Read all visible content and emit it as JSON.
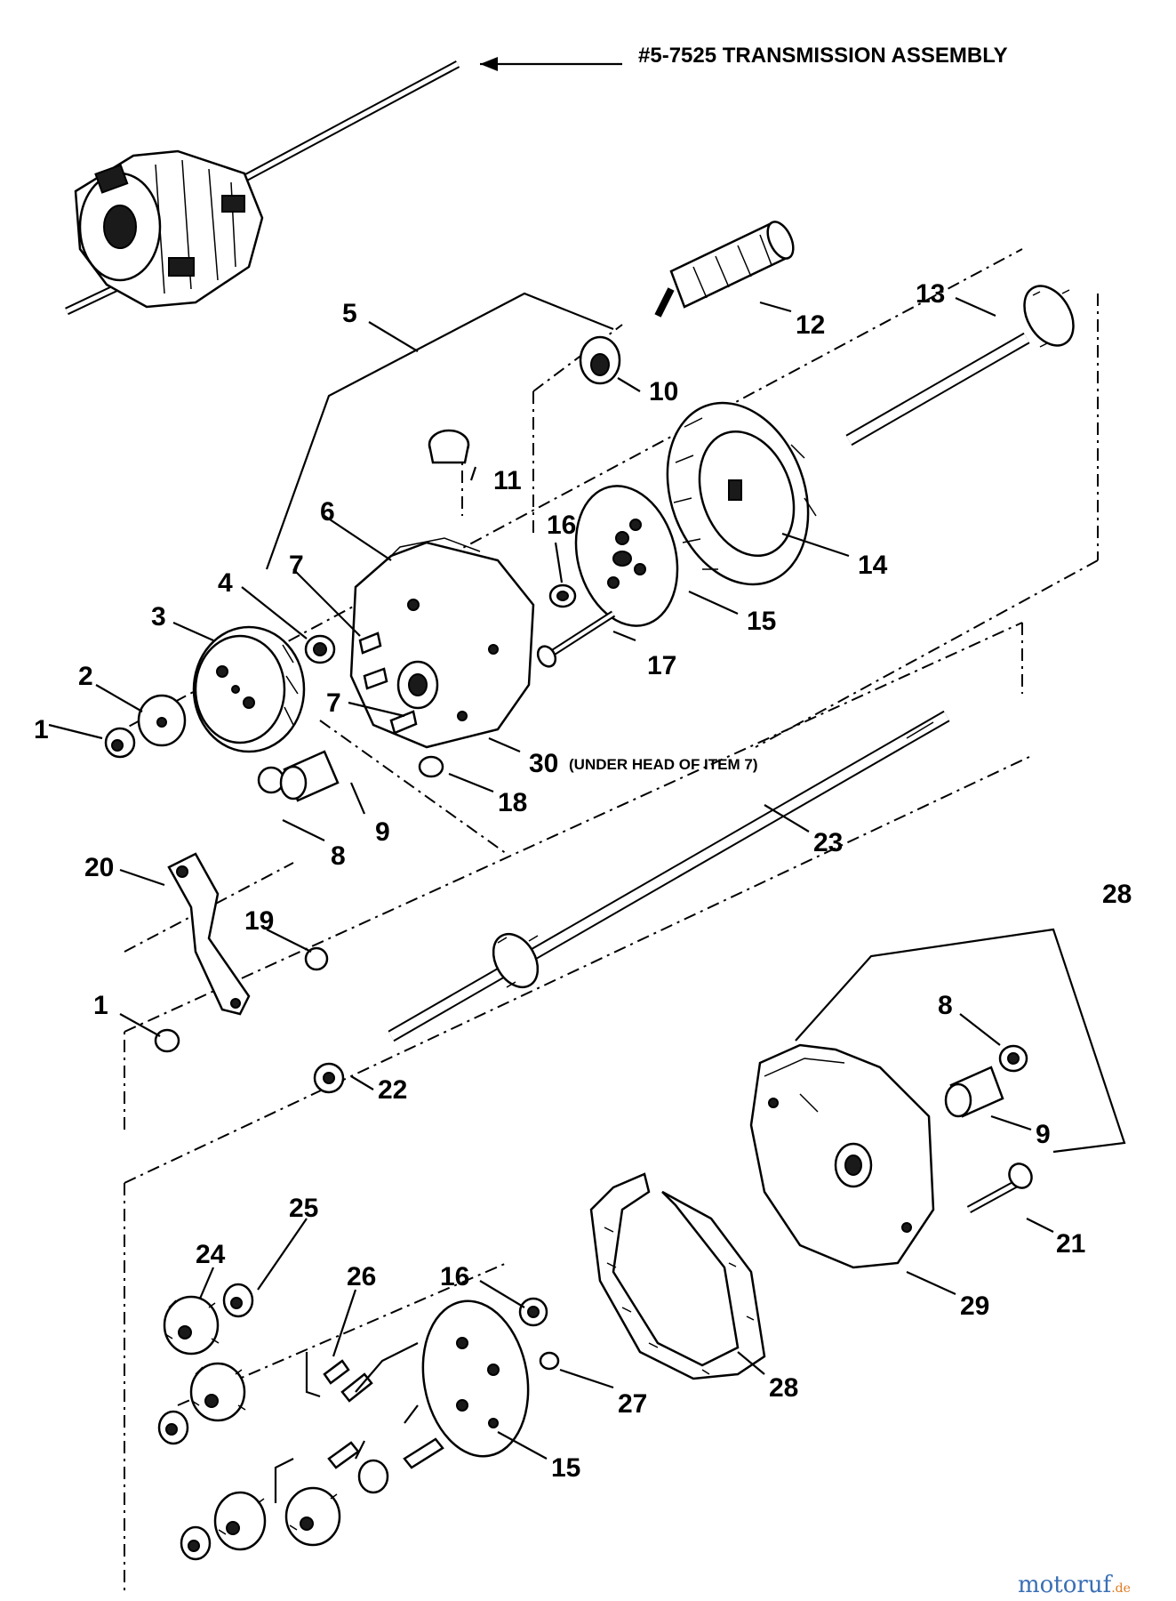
{
  "title": "#5-7525 TRANSMISSION ASSEMBLY",
  "note": "(UNDER HEAD OF ITEM 7)",
  "watermark": {
    "main": "motoruf",
    "suffix": ".de",
    "color_blue": "#3a6fb5",
    "color_orange": "#e07a1f"
  },
  "callouts": {
    "c1a": "1",
    "c2": "2",
    "c3": "3",
    "c4": "4",
    "c5": "5",
    "c6": "6",
    "c7a": "7",
    "c7b": "7",
    "c8a": "8",
    "c9a": "9",
    "c10": "10",
    "c11": "11",
    "c12": "12",
    "c13": "13",
    "c14": "14",
    "c15a": "15",
    "c16a": "16",
    "c17": "17",
    "c18": "18",
    "c30": "30",
    "c23": "23",
    "c20": "20",
    "c19": "19",
    "c1b": "1",
    "c22": "22",
    "c28a": "28",
    "c8b": "8",
    "c9b": "9",
    "c21": "21",
    "c29": "29",
    "c28b": "28",
    "c25": "25",
    "c24": "24",
    "c26": "26",
    "c16b": "16",
    "c27": "27",
    "c15b": "15"
  }
}
